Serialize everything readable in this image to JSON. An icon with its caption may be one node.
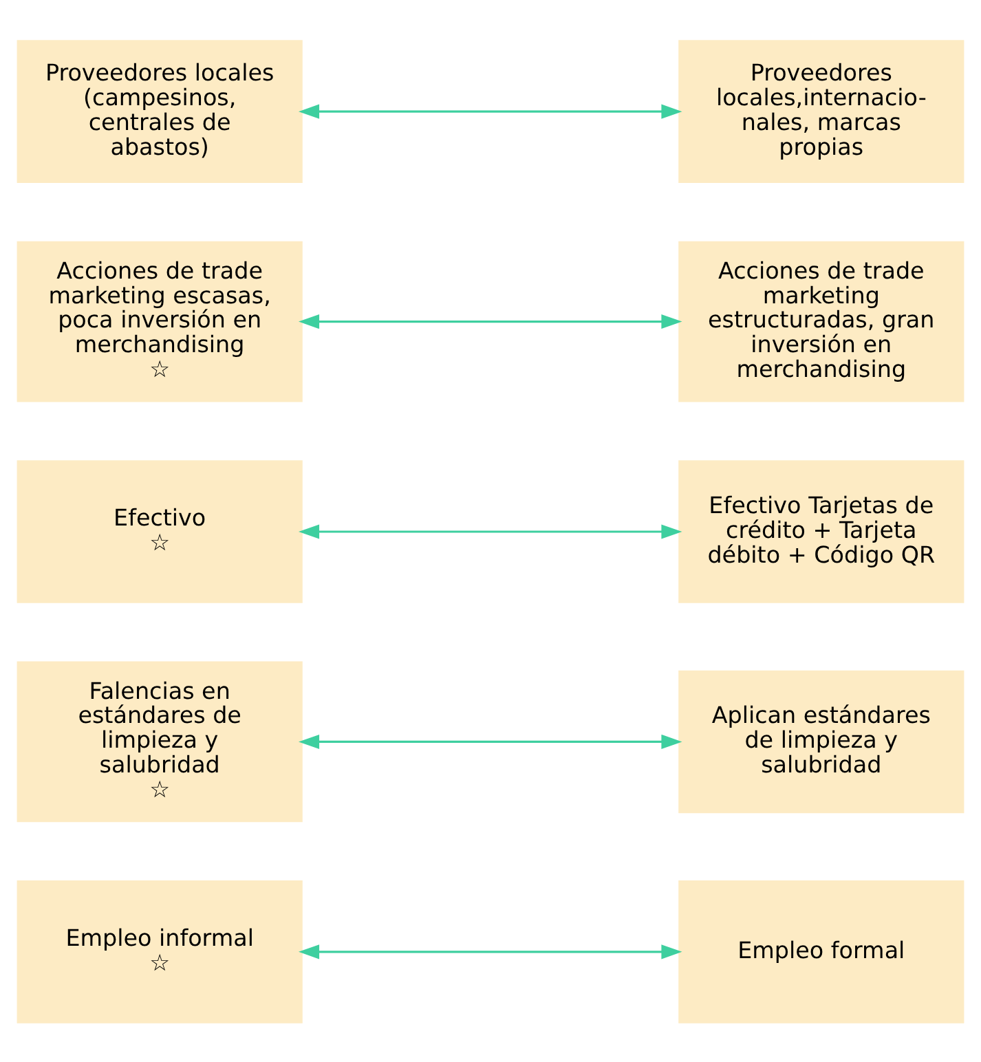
{
  "diagram": {
    "nodes": [
      {
        "text": [
          "Empleo informal",
          "☆"
        ]
      },
      {
        "text": [
          "Empleo formal"
        ]
      },
      {
        "text": [
          "Falencias en estándares de limpieza y salubridad",
          "☆"
        ]
      },
      {
        "text": [
          "Aplican estándares de limpieza y salubridad"
        ]
      },
      {
        "text": [
          "Efectivo",
          "☆"
        ]
      },
      {
        "text": [
          "Efectivo Tarjetas de crédito + Tarjeta débito + Código QR"
        ]
      },
      {
        "text": [
          "Acciones de trade marketing escasas, poca inversión en merchandising",
          "☆"
        ]
      },
      {
        "text": [
          "Acciones de trade marketing estructuradas, gran inversión en merchandising"
        ]
      },
      {
        "text": [
          "Proveedores locales (campesinos, centrales de abastos)"
        ]
      },
      {
        "text": [
          "Proveedores locales,internacio-nales, marcas propias"
        ]
      }
    ],
    "edges": [
      {
        "from": 0,
        "to": 1,
        "arrow": "both"
      },
      {
        "from": 2,
        "to": 3,
        "arrow": "both"
      },
      {
        "from": 4,
        "to": 5,
        "arrow": "both"
      },
      {
        "from": 6,
        "to": 7,
        "arrow": "both"
      },
      {
        "from": 8,
        "to": 9,
        "arrow": "both"
      }
    ]
  }
}
